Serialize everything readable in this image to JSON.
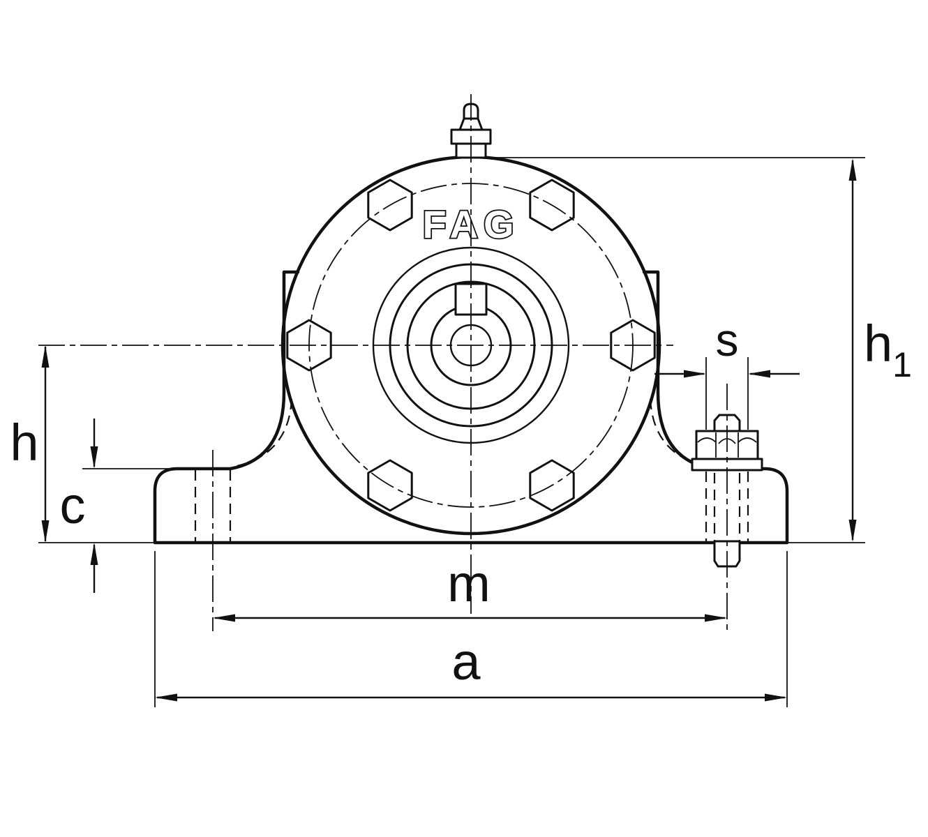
{
  "drawing": {
    "type": "technical-dimension-drawing",
    "subject": "plummer-block-bearing-housing-front-view",
    "brand_logo": "FAG",
    "dimension_labels": {
      "h1": {
        "base": "h",
        "subscript": "1"
      },
      "h": "h",
      "c": "c",
      "s": "s",
      "m": "m",
      "a": "a"
    },
    "colors": {
      "line": "#111111",
      "background": "#ffffff"
    }
  }
}
